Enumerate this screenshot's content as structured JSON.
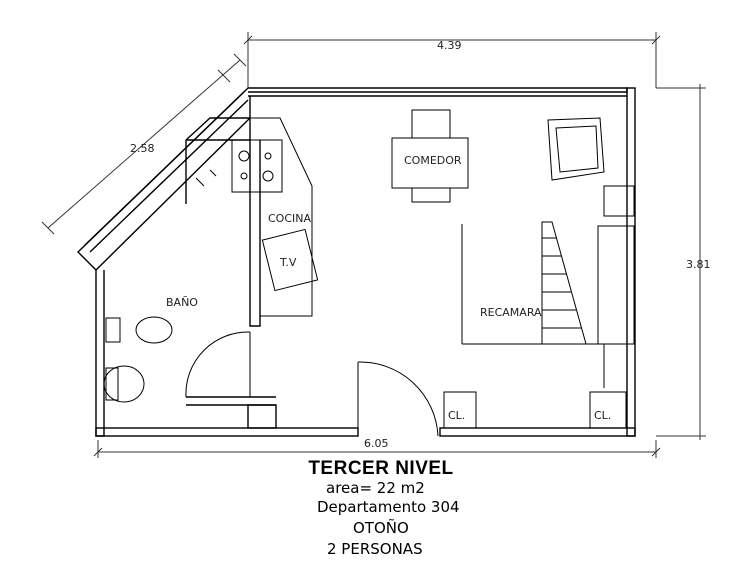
{
  "dimensions": {
    "top_width": "4.39",
    "diagonal": "2.58",
    "right_height": "3.81",
    "bottom_width": "6.05"
  },
  "rooms": {
    "comedor": "COMEDOR",
    "cocina": "COCINA",
    "tv": "T.V",
    "bano": "BAÑO",
    "recamara": "RECAMARA",
    "closet_left": "CL.",
    "closet_right": "CL."
  },
  "info": {
    "title": "TERCER NIVEL",
    "area": "area= 22 m2",
    "department": "Departamento 304",
    "season": "OTOÑO",
    "people": "2 PERSONAS"
  }
}
